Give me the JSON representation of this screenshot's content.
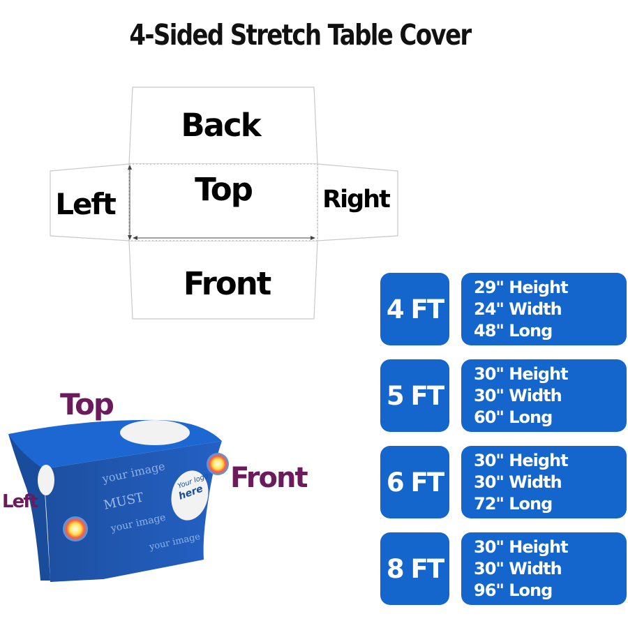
{
  "title": "4-Sided Stretch Table Cover",
  "dieline": {
    "back": "Back",
    "top": "Top",
    "left": "Left",
    "right": "Right",
    "front": "Front"
  },
  "photo_labels": {
    "top": "Top",
    "front": "Front",
    "left": "Left"
  },
  "print_text": {
    "your_image": "your image",
    "your_logo": "Your logo",
    "here": "here",
    "must": "MUST"
  },
  "sizes": [
    {
      "size": "4 FT",
      "height": "29\" Height",
      "width": "24\" Width",
      "long": "48\" Long"
    },
    {
      "size": "5 FT",
      "height": "30\" Height",
      "width": "30\" Width",
      "long": "60\" Long"
    },
    {
      "size": "6 FT",
      "height": "30\" Height",
      "width": "30\" Width",
      "long": "72\" Long"
    },
    {
      "size": "8 FT",
      "height": "30\" Height",
      "width": "30\" Width",
      "long": "96\" Long"
    }
  ],
  "colors": {
    "accent_blue": "#1466cc",
    "label_purple": "#6b1a5c",
    "cover_blue": "#1a5bb8"
  }
}
